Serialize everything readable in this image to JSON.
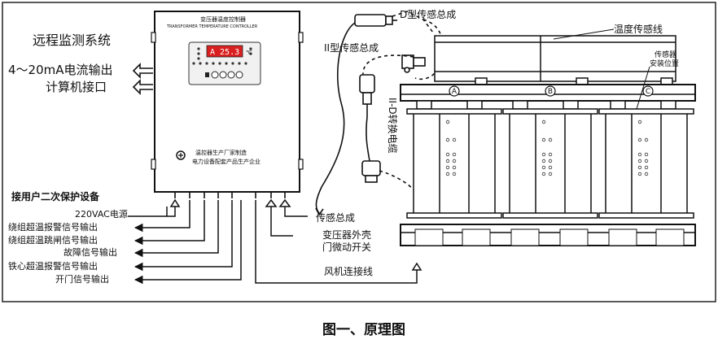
{
  "left_labels": {
    "remote_system": "远程监测系统",
    "current_output": "4～20mA电流输出",
    "computer_interface": "计算机接口",
    "user_protection": "接用户二次保护设备",
    "power_220": "220VAC电源",
    "winding_over_temp_alarm": "绕组超温报警信号输出",
    "winding_over_temp_trip": "绕组超温跳闸信号输出",
    "fault_signal": "故障信号输出",
    "core_over_temp_alarm": "铁心超温报警信号输出",
    "door_open_signal": "开门信号输出"
  },
  "controller": {
    "header_line1": "变压器温度控制器",
    "header_line2": "TRANSFORMER TEMPERATURE CONTROLLER",
    "display_value": "A 25.3",
    "display_unit": "℃",
    "footer_line1": "温控器生产厂家制造",
    "footer_line2": "电力设备配套产品生产企业"
  },
  "connectors": {
    "d_sensor": "D型传感总成",
    "ii_sensor": "II型传感总成",
    "cable": "II-D转换电缆",
    "sensor_assembly": "传感总成",
    "door_switch_line1": "变压器外壳",
    "door_switch_line2": "门微动开关",
    "fan_cable": "风机连接线"
  },
  "transformer": {
    "temp_sensor_line": "温度传感线",
    "mount_position_line1": "传感器",
    "mount_position_line2": "安装位置",
    "phases": [
      "A",
      "B",
      "C"
    ]
  },
  "caption": "图一、原理图"
}
